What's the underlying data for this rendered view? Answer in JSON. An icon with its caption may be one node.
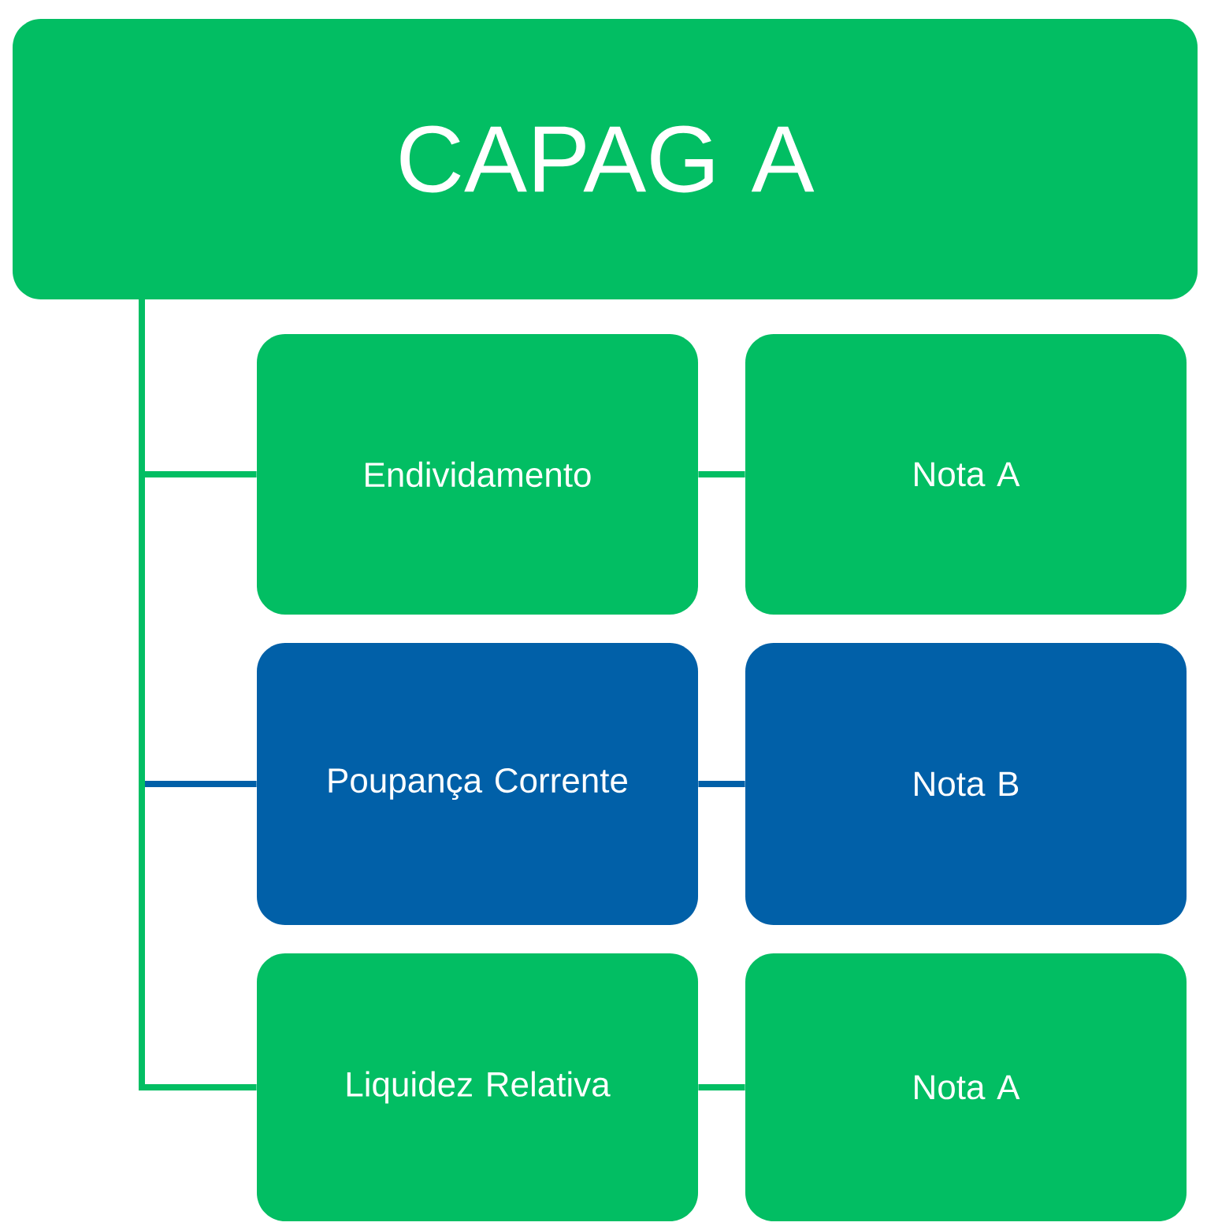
{
  "diagram": {
    "nodes": [
      {
        "text": [
          "CAPAG A"
        ]
      },
      {
        "text": [
          "Endividamento"
        ]
      },
      {
        "text": [
          "Nota A"
        ]
      },
      {
        "text": [
          "Poupança Corrente"
        ]
      },
      {
        "text": [
          "Nota B"
        ]
      },
      {
        "text": [
          "Liquidez Relativa"
        ]
      },
      {
        "text": [
          "Nota A"
        ]
      }
    ],
    "edges": [
      {
        "from": 0,
        "to": 1,
        "arrow": "none"
      },
      {
        "from": 0,
        "to": 3,
        "arrow": "none",
        "color": "#0160a8"
      },
      {
        "from": 0,
        "to": 5,
        "arrow": "none"
      },
      {
        "from": 1,
        "to": 2,
        "arrow": "none"
      },
      {
        "from": 3,
        "to": 4,
        "arrow": "none",
        "color": "#0160a8"
      },
      {
        "from": 5,
        "to": 6,
        "arrow": "none"
      }
    ]
  }
}
